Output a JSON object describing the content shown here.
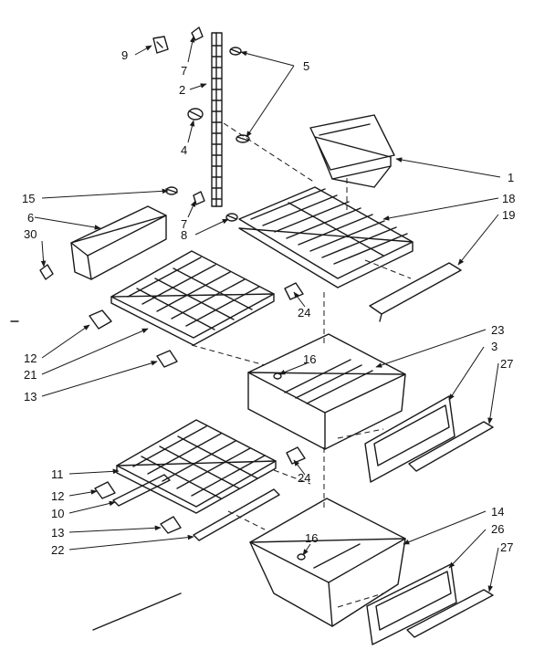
{
  "diagram": {
    "callouts": [
      {
        "id": "c9",
        "label": "9"
      },
      {
        "id": "c7a",
        "label": "7"
      },
      {
        "id": "c2",
        "label": "2"
      },
      {
        "id": "c5",
        "label": "5"
      },
      {
        "id": "c4",
        "label": "4"
      },
      {
        "id": "c1",
        "label": "1"
      },
      {
        "id": "c15",
        "label": "15"
      },
      {
        "id": "c18",
        "label": "18"
      },
      {
        "id": "c6",
        "label": "6"
      },
      {
        "id": "c7b",
        "label": "7"
      },
      {
        "id": "c19",
        "label": "19"
      },
      {
        "id": "c8",
        "label": "8"
      },
      {
        "id": "c30",
        "label": "30"
      },
      {
        "id": "c24a",
        "label": "24"
      },
      {
        "id": "c12a",
        "label": "12"
      },
      {
        "id": "c21",
        "label": "21"
      },
      {
        "id": "c23",
        "label": "23"
      },
      {
        "id": "c16a",
        "label": "16"
      },
      {
        "id": "c3",
        "label": "3"
      },
      {
        "id": "c13a",
        "label": "13"
      },
      {
        "id": "c27a",
        "label": "27"
      },
      {
        "id": "c11",
        "label": "11"
      },
      {
        "id": "c24b",
        "label": "24"
      },
      {
        "id": "c12b",
        "label": "12"
      },
      {
        "id": "c10",
        "label": "10"
      },
      {
        "id": "c13b",
        "label": "13"
      },
      {
        "id": "c22",
        "label": "22"
      },
      {
        "id": "c14",
        "label": "14"
      },
      {
        "id": "c16b",
        "label": "16"
      },
      {
        "id": "c26",
        "label": "26"
      },
      {
        "id": "c27b",
        "label": "27"
      }
    ]
  }
}
